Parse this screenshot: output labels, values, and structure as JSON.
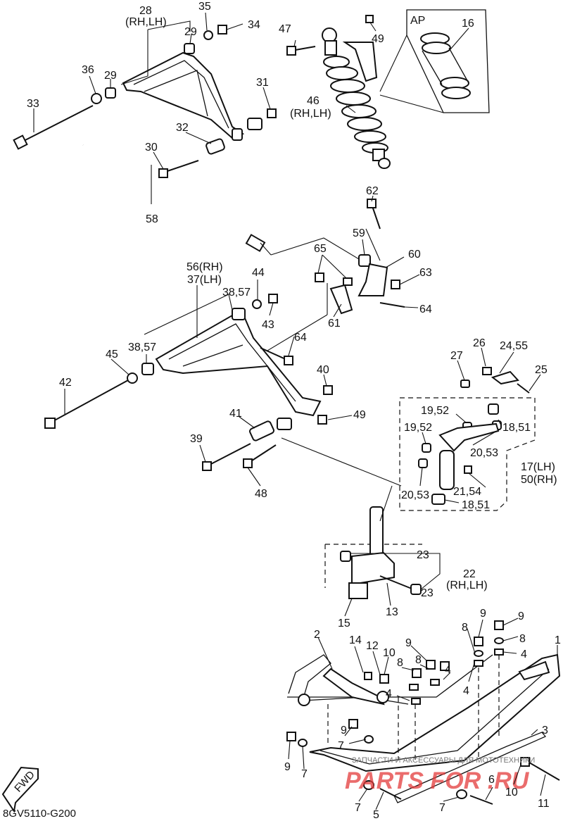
{
  "diagram_code": "8GV5110-G200",
  "fwd_label": "FWD",
  "ap_label": "AP",
  "watermark": {
    "brand": "PARTS FOR .RU",
    "tagline": "ЗАПЧАСТИ И АКСЕССУАРЫ ДЛЯ МОТОТЕХНИКИ"
  },
  "callouts": [
    {
      "id": "c28",
      "text": "28"
    },
    {
      "id": "c28b",
      "text": "(RH,LH)"
    },
    {
      "id": "c35",
      "text": "35"
    },
    {
      "id": "c34",
      "text": "34"
    },
    {
      "id": "c29a",
      "text": "29"
    },
    {
      "id": "c29b",
      "text": "29"
    },
    {
      "id": "c36",
      "text": "36"
    },
    {
      "id": "c31",
      "text": "31"
    },
    {
      "id": "c33",
      "text": "33"
    },
    {
      "id": "c32",
      "text": "32"
    },
    {
      "id": "c30",
      "text": "30"
    },
    {
      "id": "c58",
      "text": "58"
    },
    {
      "id": "c47",
      "text": "47"
    },
    {
      "id": "c49a",
      "text": "49"
    },
    {
      "id": "c46",
      "text": "46"
    },
    {
      "id": "c46b",
      "text": "(RH,LH)"
    },
    {
      "id": "c16",
      "text": "16"
    },
    {
      "id": "c62",
      "text": "62"
    },
    {
      "id": "c59",
      "text": "59"
    },
    {
      "id": "c60",
      "text": "60"
    },
    {
      "id": "c65",
      "text": "65"
    },
    {
      "id": "c63",
      "text": "63"
    },
    {
      "id": "c64a",
      "text": "64"
    },
    {
      "id": "c61",
      "text": "61"
    },
    {
      "id": "c56",
      "text": "56(RH)"
    },
    {
      "id": "c37",
      "text": "37(LH)"
    },
    {
      "id": "c44",
      "text": "44"
    },
    {
      "id": "c3857a",
      "text": "38,57"
    },
    {
      "id": "c43",
      "text": "43"
    },
    {
      "id": "c64b",
      "text": "64"
    },
    {
      "id": "c3857b",
      "text": "38,57"
    },
    {
      "id": "c45",
      "text": "45"
    },
    {
      "id": "c42",
      "text": "42"
    },
    {
      "id": "c40",
      "text": "40"
    },
    {
      "id": "c49b",
      "text": "49"
    },
    {
      "id": "c41",
      "text": "41"
    },
    {
      "id": "c39",
      "text": "39"
    },
    {
      "id": "c48",
      "text": "48"
    },
    {
      "id": "c27",
      "text": "27"
    },
    {
      "id": "c26",
      "text": "26"
    },
    {
      "id": "c2455",
      "text": "24,55"
    },
    {
      "id": "c25",
      "text": "25"
    },
    {
      "id": "c1952a",
      "text": "19,52"
    },
    {
      "id": "c1952b",
      "text": "19,52"
    },
    {
      "id": "c1851a",
      "text": "18,51"
    },
    {
      "id": "c2053a",
      "text": "20,53"
    },
    {
      "id": "c17",
      "text": "17(LH)"
    },
    {
      "id": "c50",
      "text": "50(RH)"
    },
    {
      "id": "c2154",
      "text": "21,54"
    },
    {
      "id": "c2053b",
      "text": "20,53"
    },
    {
      "id": "c1851b",
      "text": "18,51"
    },
    {
      "id": "c23a",
      "text": "23"
    },
    {
      "id": "c22",
      "text": "22"
    },
    {
      "id": "c22b",
      "text": "(RH,LH)"
    },
    {
      "id": "c23b",
      "text": "23"
    },
    {
      "id": "c13",
      "text": "13"
    },
    {
      "id": "c15",
      "text": "15"
    },
    {
      "id": "c2",
      "text": "2"
    },
    {
      "id": "c14",
      "text": "14"
    },
    {
      "id": "c12",
      "text": "12"
    },
    {
      "id": "c10a",
      "text": "10"
    },
    {
      "id": "c9a",
      "text": "9"
    },
    {
      "id": "c8a",
      "text": "8"
    },
    {
      "id": "c8b",
      "text": "8"
    },
    {
      "id": "c4a",
      "text": "4"
    },
    {
      "id": "c4b",
      "text": "4"
    },
    {
      "id": "c8c",
      "text": "8"
    },
    {
      "id": "c9b",
      "text": "9"
    },
    {
      "id": "c9c",
      "text": "9"
    },
    {
      "id": "c8d",
      "text": "8"
    },
    {
      "id": "c4c",
      "text": "4"
    },
    {
      "id": "c4d",
      "text": "4"
    },
    {
      "id": "c1",
      "text": "1"
    },
    {
      "id": "c9d",
      "text": "9"
    },
    {
      "id": "c7a",
      "text": "7"
    },
    {
      "id": "c3",
      "text": "3"
    },
    {
      "id": "c9e",
      "text": "9"
    },
    {
      "id": "c7b",
      "text": "7"
    },
    {
      "id": "c7c",
      "text": "7"
    },
    {
      "id": "c5",
      "text": "5"
    },
    {
      "id": "c7d",
      "text": "7"
    },
    {
      "id": "c6",
      "text": "6"
    },
    {
      "id": "c10b",
      "text": "10"
    },
    {
      "id": "c11",
      "text": "11"
    }
  ]
}
